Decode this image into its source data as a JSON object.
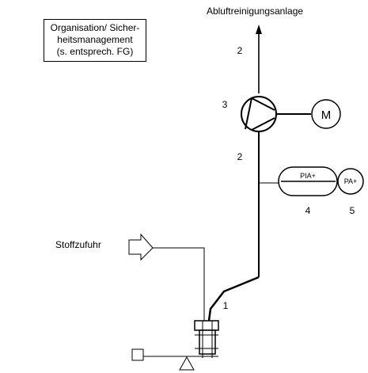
{
  "diagram": {
    "note_box": {
      "lines": [
        "Organisation/ Sicher-",
        "heitsmanagement",
        "(s. entsprech. FG)"
      ]
    },
    "labels": {
      "exhaust_target": "Abluftreinigungsanlage",
      "feed": "Stoffzufuhr",
      "motor": "M",
      "pia": "PIA+",
      "pa": "PA+"
    },
    "numbers": {
      "duct_upper": "2",
      "fan": "3",
      "duct_lower": "2",
      "pia": "4",
      "pa": "5",
      "line_1": "1"
    }
  }
}
